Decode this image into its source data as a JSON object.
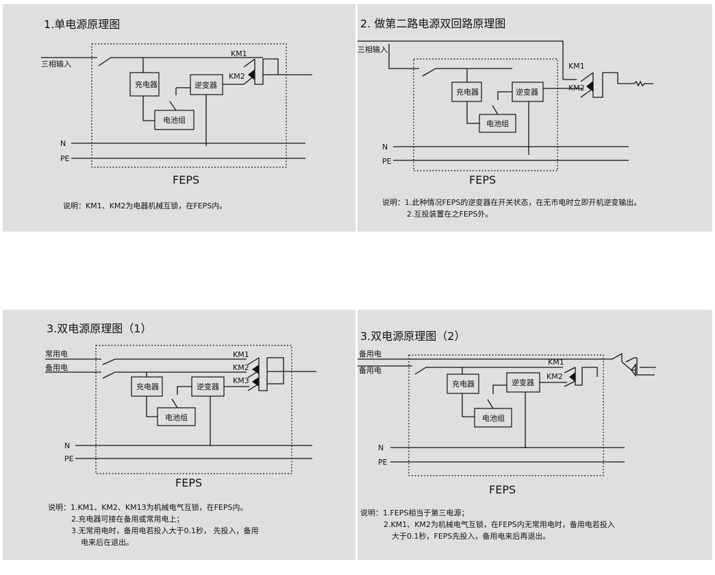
{
  "d1": {
    "title": "1.单电源原理图",
    "input": "三相输入",
    "km1": "KM1",
    "km2": "KM2",
    "charger": "充电器",
    "inverter": "逆变器",
    "battery": "电池组",
    "n": "N",
    "pe": "PE",
    "feps": "FEPS",
    "note1": "说明：KM1、KM2为电器机械互锁，在FEPS内。"
  },
  "d2": {
    "title": "2. 做第二路电源双回路原理图",
    "input": "三相输入",
    "km1": "KM1",
    "km2": "KM2",
    "charger": "充电器",
    "inverter": "逆变器",
    "battery": "电池组",
    "n": "N",
    "pe": "PE",
    "feps": "FEPS",
    "note1": "说明：1.此种情况FEPS的逆变器在开关状态，在无市电时立即开机逆变输出。",
    "note2": "2.互投装置在之FEPS外。"
  },
  "d3": {
    "title": "3.双电源原理图（1）",
    "in1": "常用电",
    "in2": "备用电",
    "km1": "KM1",
    "km2": "KM2",
    "km3": "KM3",
    "charger": "充电器",
    "inverter": "逆变器",
    "battery": "电池组",
    "n": "N",
    "pe": "PE",
    "feps": "FEPS",
    "note1": "说明：1.KM1、KM2、KM13为机械电气互锁，在FEPS内。",
    "note2": "2.充电器可接在备用或常用电上；",
    "note3": "3.无常用电时，备用电若投入大于0.1秒， 先投入，备用",
    "note4": "电来后在退出。"
  },
  "d4": {
    "title": "3.双电源原理图（2）",
    "in1": "备用电",
    "in2": "备用电",
    "km1": "KM1",
    "km2": "KM2",
    "charger": "充电器",
    "inverter": "逆变器",
    "battery": "电池组",
    "n": "N",
    "pe": "PE",
    "feps": "FEPS",
    "note1": "说明：1.FEPS相当于第三电源；",
    "note2": "2.KM1、KM2为机械电气互锁，在FEPS内无常用电时，备用电若投入",
    "note3": "大于0.1秒，FEPS先投入，备用电来后再退出。"
  }
}
